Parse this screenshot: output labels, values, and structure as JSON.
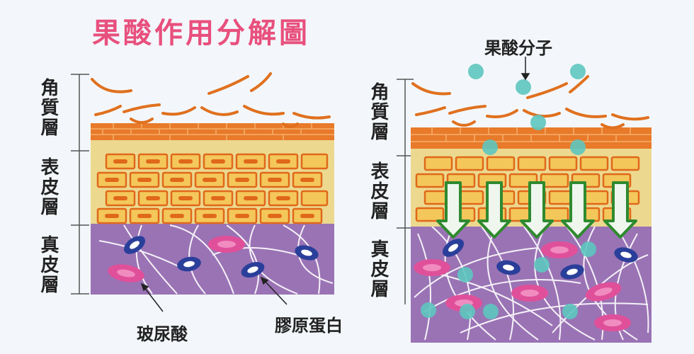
{
  "title": "果酸作用分解圖",
  "layers": {
    "stratum_corneum": "角質層",
    "epidermis": "表皮層",
    "dermis": "真皮層"
  },
  "labels": {
    "hyaluronic_acid": "玻尿酸",
    "collagen": "膠原蛋白",
    "fruit_acid_molecule": "果酸分子"
  },
  "colors": {
    "title": "#e8507d",
    "flakes": "#e0701e",
    "brick_top": "#e87a2a",
    "epidermis_bg": "#ecd98f",
    "dermis_bg": "#9a73b5",
    "collagen_cell": "#2a3f9a",
    "hyaluronic_cell": "#e0509a",
    "molecule": "#5ec7bf",
    "arrow": "#2f8a2f"
  }
}
